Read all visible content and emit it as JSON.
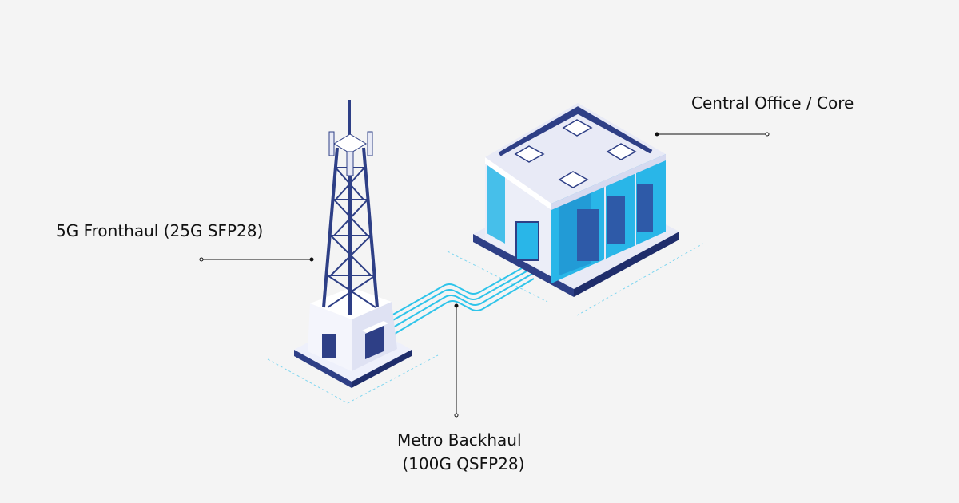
{
  "labels": {
    "core": "Central Office / Core",
    "fronthaul": "5G Fronthaul (25G SFP28)",
    "backhaul_line1": "Metro Backhaul",
    "backhaul_line2": " (100G QSFP28)"
  },
  "colors": {
    "navy": "#2e3f86",
    "glass": "#29b6e8",
    "fiber": "#2ec4ea",
    "wall": "#e8eaf6",
    "background": "#f4f4f4"
  }
}
